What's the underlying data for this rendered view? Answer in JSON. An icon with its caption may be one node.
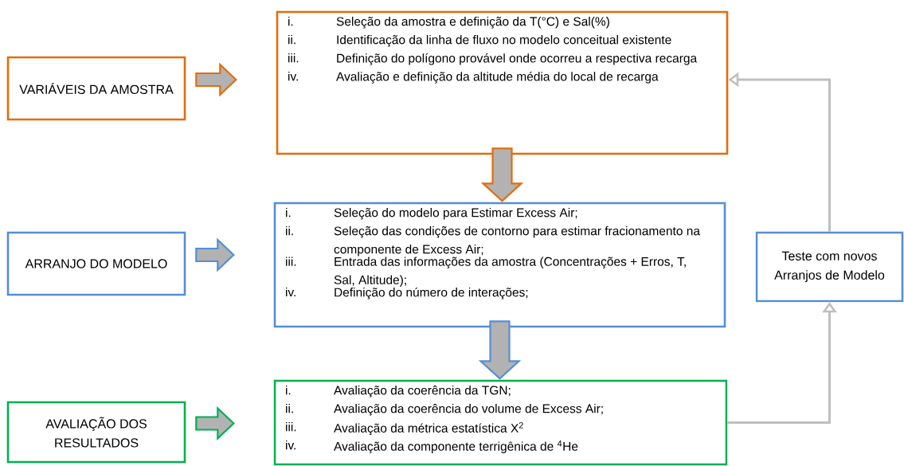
{
  "diagram": {
    "nodes": [
      {
        "text": [
          "VARIÁVEIS DA AMOSTRA"
        ]
      },
      {
        "text": [
          "i.",
          "Seleção da amostra e definição da T(°C) e Sal(%)",
          "ii.",
          "Identificação da linha de fluxo no modelo conceitual existente",
          "iii.",
          "Definição do polígono provável onde ocorreu a respectiva recarga",
          "iv.",
          "Avaliação e definição da altitude média do local de recarga"
        ]
      },
      {
        "text": [
          "ARRANJO DO MODELO"
        ]
      },
      {
        "text": [
          "i.",
          "Seleção do modelo para Estimar Excess Air;",
          "ii.",
          "Seleção das condições de contorno para estimar fracionamento na componente de Excess Air;",
          "iii.",
          "Entrada das informações da amostra (Concentrações + Erros, T, Sal, Altitude);",
          "iv.",
          "Definição do número de interações;"
        ]
      },
      {
        "text": [
          "AVALIAÇÃO DOS RESULTADOS"
        ]
      },
      {
        "text": [
          "i.",
          "Avaliação da coerência da TGN;",
          "ii.",
          "Avaliação da coerência do volume de Excess Air;",
          "iii.",
          "Avaliação da métrica estatística X$^{2}$",
          "iv.",
          "Avaliação da componente terrigênica de $^{4}$He"
        ]
      },
      {
        "text": [
          "Teste com novos Arranjos de Modelo"
        ]
      }
    ],
    "edges": [
      {
        "from": 0,
        "to": 1,
        "arrow": "to",
        "style": "thick"
      },
      {
        "from": 1,
        "to": 3,
        "arrow": "to",
        "style": "thick"
      },
      {
        "from": 2,
        "to": 3,
        "arrow": "to",
        "style": "thick"
      },
      {
        "from": 3,
        "to": 5,
        "arrow": "to",
        "style": "thick"
      },
      {
        "from": 4,
        "to": 5,
        "arrow": "to",
        "style": "thick"
      },
      {
        "from": 5,
        "to": 6,
        "arrow": "to",
        "color": "#bfbfbf"
      },
      {
        "from": 6,
        "to": 1,
        "arrow": "to",
        "color": "#bfbfbf"
      }
    ]
  }
}
